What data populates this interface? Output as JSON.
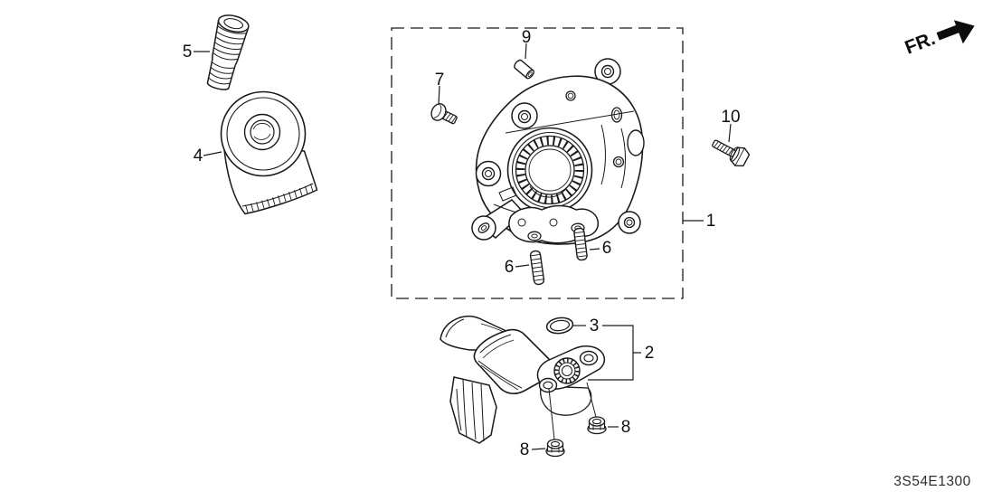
{
  "diagram": {
    "code": "3S54E1300",
    "direction_label": "FR.",
    "background_color": "#ffffff",
    "line_color": "#1a1a1a",
    "callouts": [
      {
        "id": "callout-5",
        "label": "5"
      },
      {
        "id": "callout-4",
        "label": "4"
      },
      {
        "id": "callout-7",
        "label": "7"
      },
      {
        "id": "callout-9",
        "label": "9"
      },
      {
        "id": "callout-10",
        "label": "10"
      },
      {
        "id": "callout-1",
        "label": "1"
      },
      {
        "id": "callout-6-left",
        "label": "6"
      },
      {
        "id": "callout-6-right",
        "label": "6"
      },
      {
        "id": "callout-3",
        "label": "3"
      },
      {
        "id": "callout-2",
        "label": "2"
      },
      {
        "id": "callout-8-left",
        "label": "8"
      },
      {
        "id": "callout-8-right",
        "label": "8"
      }
    ]
  }
}
